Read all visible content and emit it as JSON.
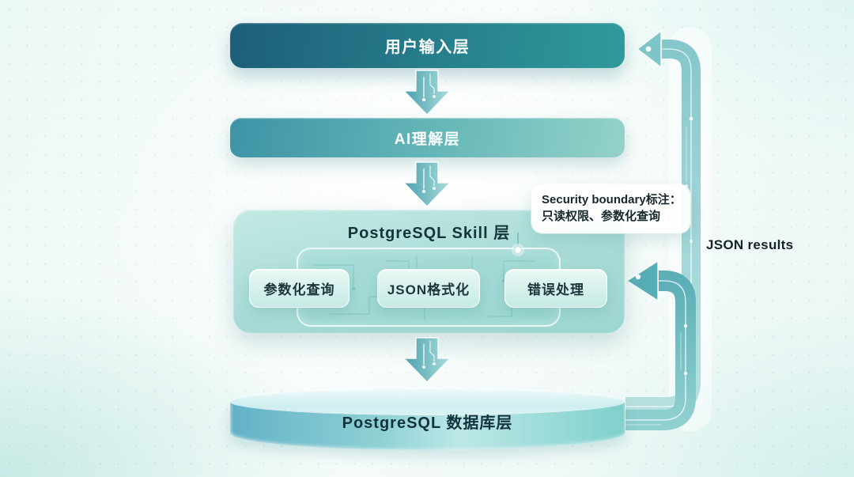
{
  "layers": {
    "user_input": {
      "label": "用户输入层"
    },
    "ai": {
      "label": "AI理解层"
    },
    "skill": {
      "title": "PostgreSQL Skill 层",
      "modules": [
        {
          "label": "参数化查询"
        },
        {
          "label": "JSON格式化"
        },
        {
          "label": "错误处理"
        }
      ]
    },
    "database": {
      "label": "PostgreSQL 数据库层"
    }
  },
  "callout": {
    "line1": "Security boundary标注：",
    "line2": "只读权限、参数化查询"
  },
  "feedback_label": "JSON results",
  "icons": {
    "flow_arrow": "down-arrow",
    "feedback_arrow_top": "curved-left-arrow",
    "feedback_arrow_mid": "curved-left-arrow",
    "callout_connector": "glow-dot"
  },
  "colors": {
    "user_layer_gradient": [
      "#1d5e78",
      "#2f9a9b"
    ],
    "ai_layer_gradient": [
      "#3e93a6",
      "#93d2c9"
    ],
    "skill_container": "#a6dad5",
    "module_fill": "#d9f1ee",
    "cylinder_gradient": [
      "#63b1c8",
      "#7fd0cb"
    ],
    "arrow_teal": "#58aab6",
    "ribbon_light": "#9ed5d6",
    "text_dark": "#14333a",
    "text_light": "#ffffff",
    "background": "#f3faf8"
  }
}
